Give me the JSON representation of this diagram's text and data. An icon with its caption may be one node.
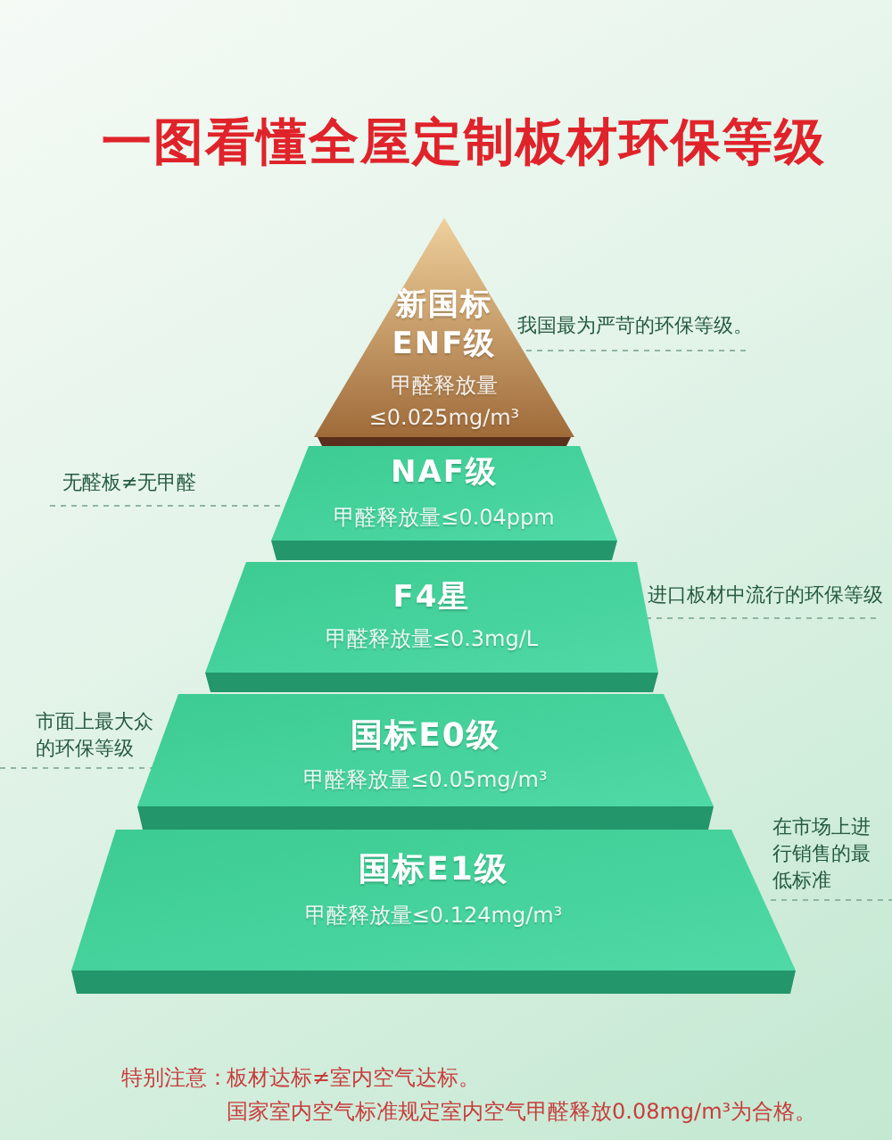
{
  "diagram": {
    "title": "一图看懂全屋定制板材环保等级",
    "nodes": [
      {
        "text": [
          "新国标ENF级",
          "甲醛释放量≤0.025mg/m³"
        ],
        "beside": [
          "我国最为严苛的环保等级。"
        ]
      },
      {
        "text": [
          "NAF级",
          "甲醛释放量≤0.04ppm"
        ],
        "beside": [
          "无醛板≠无甲醛"
        ]
      },
      {
        "text": [
          "F4星",
          "甲醛释放量≤0.3mg/L"
        ],
        "beside": [
          "进口板材中流行的环保等级"
        ]
      },
      {
        "text": [
          "国标E0级",
          "甲醛释放量≤0.05mg/m³"
        ],
        "beside": [
          "市面上最大众的环保等级"
        ]
      },
      {
        "text": [
          "国标E1级",
          "甲醛释放量≤0.124mg/m³"
        ],
        "beside": [
          "在市场上进行销售的最低标准"
        ]
      }
    ],
    "labels": [
      "特别注意：",
      "板材达标≠室内空气达标。",
      "国家室内空气标准规定室内空气甲醛释放0.08mg/m³为合格。"
    ]
  }
}
